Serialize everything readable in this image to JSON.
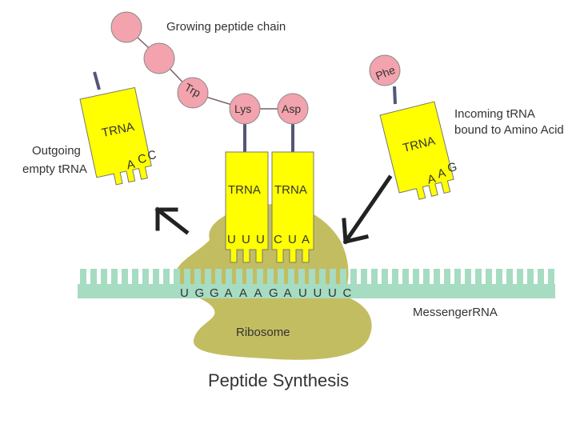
{
  "labels": {
    "growing_chain": "Growing peptide chain",
    "outgoing_line1": "Outgoing",
    "outgoing_line2": "empty tRNA",
    "incoming_line1": "Incoming  tRNA",
    "incoming_line2": "bound to Amino Acid",
    "mrna": "MessengerRNA",
    "ribosome": "Ribosome",
    "title": "Peptide Synthesis"
  },
  "amino_acids": {
    "trp": "Trp",
    "lys": "Lys",
    "asp": "Asp",
    "phe": "Phe"
  },
  "trna": {
    "outgoing": {
      "label": "TRNA",
      "anticodon": [
        "A",
        "C",
        "C"
      ]
    },
    "left_site": {
      "label": "TRNA",
      "anticodon": [
        "U",
        "U",
        "U"
      ]
    },
    "right_site": {
      "label": "TRNA",
      "anticodon": [
        "C",
        "U",
        "A"
      ]
    },
    "incoming": {
      "label": "TRNA",
      "anticodon": [
        "A",
        "A",
        "G"
      ]
    }
  },
  "mrna_sequence": [
    "U",
    "G",
    "G",
    "A",
    "A",
    "A",
    "G",
    "A",
    "U",
    "U",
    "U",
    "C"
  ],
  "colors": {
    "trna_fill": "#ffff00",
    "amino_fill": "#f2a3ad",
    "ribosome_fill": "#c3bd62",
    "mrna_fill": "#a6dcc2"
  }
}
